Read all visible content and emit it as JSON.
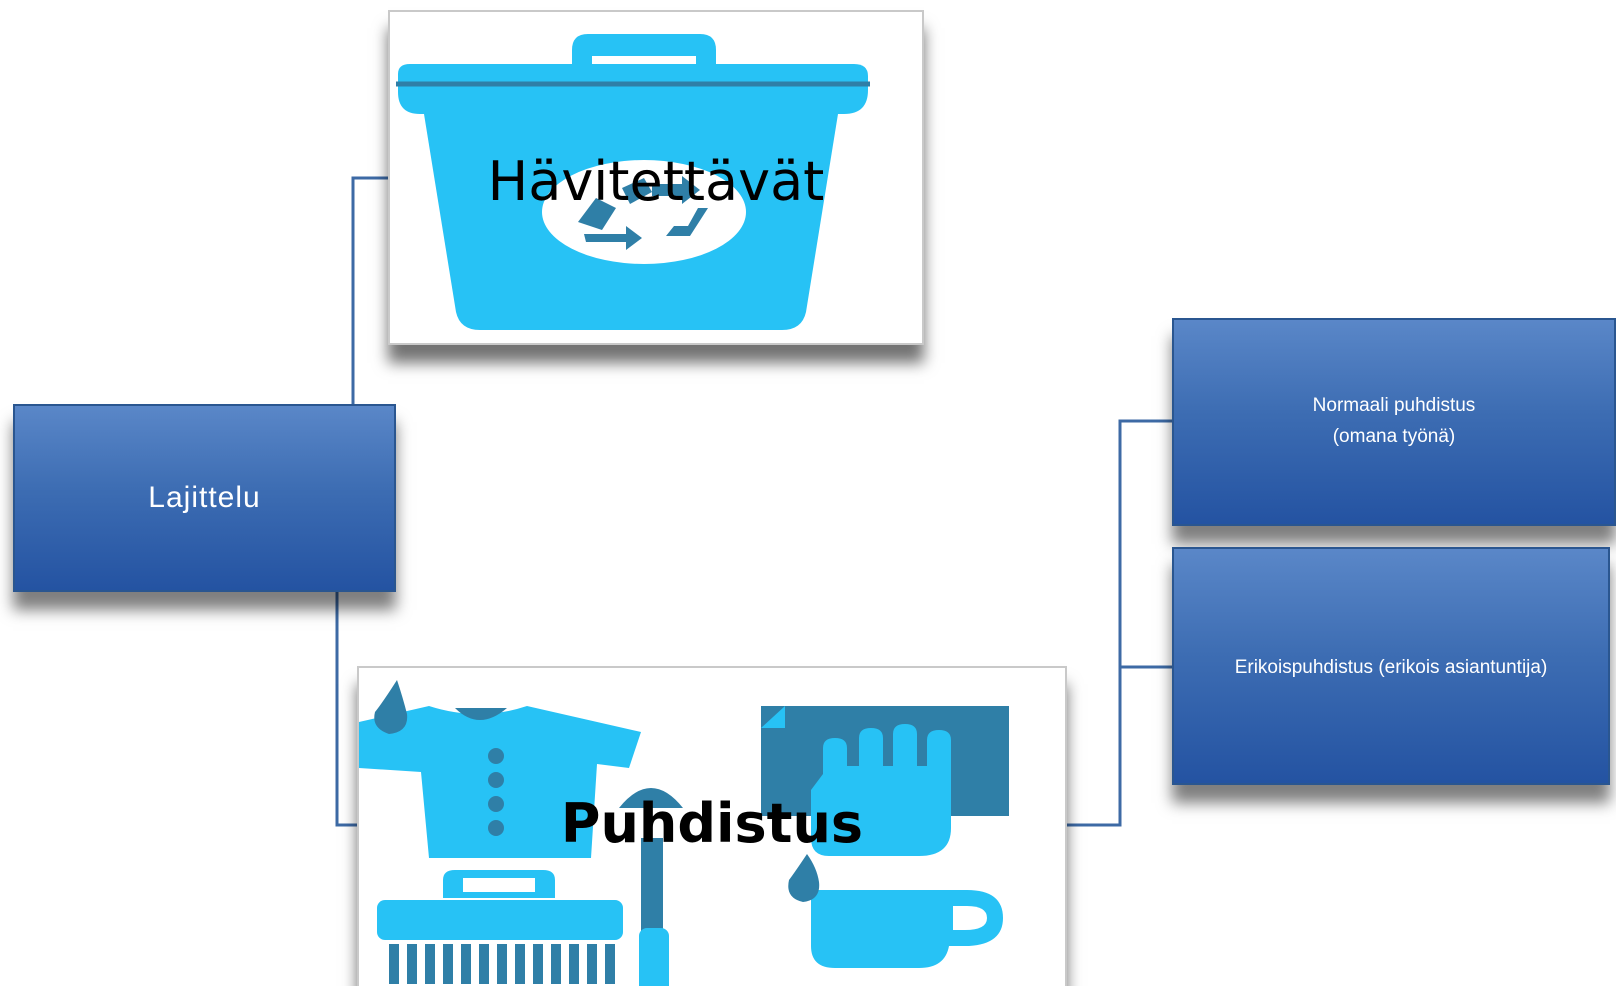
{
  "diagram": {
    "root": {
      "label": "Lajittelu"
    },
    "branches": {
      "havitettavat": {
        "label": "Hävitettävät",
        "icon": "recycle-bin-icon"
      },
      "puhdistus": {
        "label": "Puhdistus",
        "icon": "cleaning-items-icon"
      }
    },
    "sub_branches": {
      "normaali": {
        "line1": "Normaali puhdistus",
        "line2": "(omana työnä)"
      },
      "erikois": {
        "label": "Erikoispuhdistus (erikois asiantuntija)"
      }
    }
  },
  "colors": {
    "box_fill_top": "#5a87c8",
    "box_fill_bottom": "#2453a2",
    "connector": "#3d6aa5",
    "icon_light_blue": "#27c2f5",
    "icon_dark_blue": "#2f7fa7"
  }
}
